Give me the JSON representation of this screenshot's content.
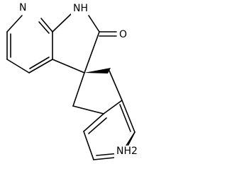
{
  "molecule": {
    "atoms": {
      "pyridine_n": "N",
      "amide_nh": "NH",
      "carbonyl_o": "O",
      "amine_nh2": "NH2"
    },
    "stereo_wedge_color": "#000000"
  }
}
